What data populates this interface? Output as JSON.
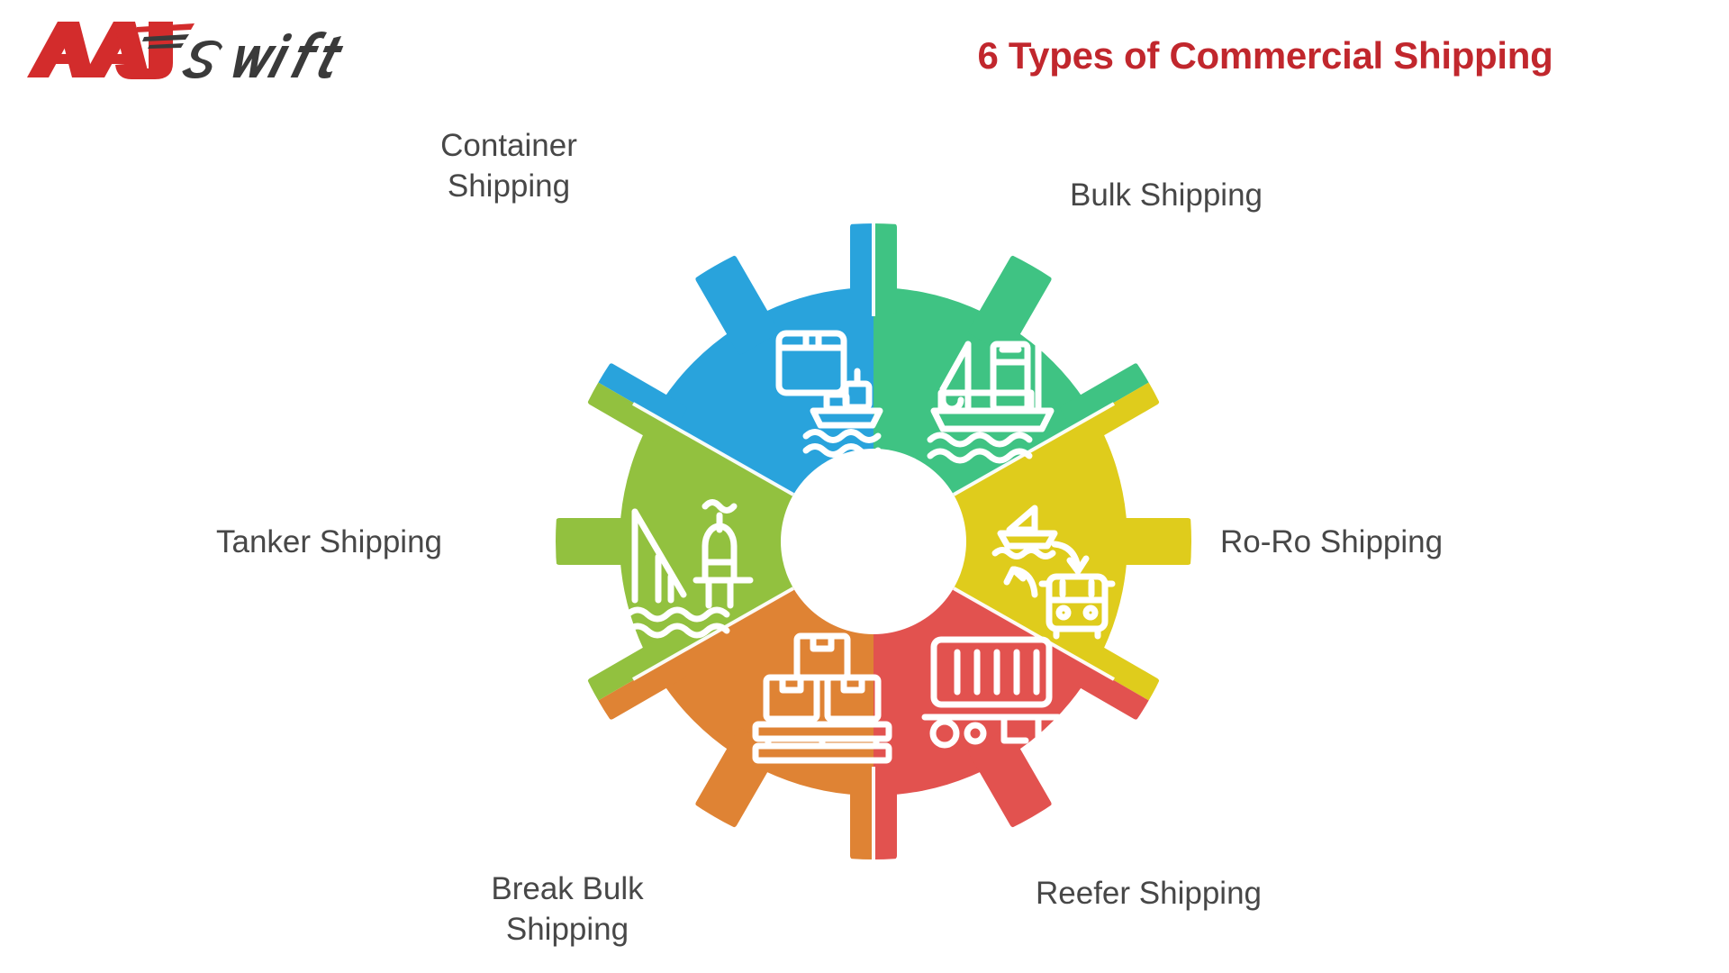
{
  "brand": {
    "name_primary": "AAJ",
    "name_secondary": "swift",
    "logo_icon": "aaj-swift-logo",
    "primary_color": "#D32C2C",
    "secondary_color": "#3A3A3A"
  },
  "header": {
    "title": "6 Types of Commercial Shipping",
    "title_color": "#C1272D"
  },
  "diagram": {
    "type": "gear-wheel",
    "segment_count": 6,
    "center_hole": "white-circle",
    "background": "#ffffff",
    "segments": [
      {
        "id": "container",
        "label": "Container\nShipping",
        "label_single": "Container Shipping",
        "color": "#29A3DC",
        "icon": "container-ship-package-icon",
        "position": "top-left",
        "angle_deg": 300
      },
      {
        "id": "bulk",
        "label": "Bulk Shipping",
        "label_single": "Bulk Shipping",
        "color": "#3FC383",
        "icon": "bulk-carrier-crane-ship-icon",
        "position": "top-right",
        "angle_deg": 0
      },
      {
        "id": "roro",
        "label": "Ro-Ro Shipping",
        "label_single": "Ro-Ro Shipping",
        "color": "#DFCC1C",
        "icon": "roll-on-roll-off-vehicle-ship-icon",
        "position": "right",
        "angle_deg": 60
      },
      {
        "id": "reefer",
        "label": "Reefer Shipping",
        "label_single": "Reefer Shipping",
        "color": "#E2524F",
        "icon": "refrigerated-container-trailer-icon",
        "position": "bottom-right",
        "angle_deg": 120
      },
      {
        "id": "breakbulk",
        "label": "Break Bulk\nShipping",
        "label_single": "Break Bulk Shipping",
        "color": "#DF8334",
        "icon": "stacked-boxes-pallet-icon",
        "position": "bottom-left",
        "angle_deg": 180
      },
      {
        "id": "tanker",
        "label": "Tanker Shipping",
        "label_single": "Tanker Shipping",
        "color": "#92C13F",
        "icon": "oil-rig-platform-icon",
        "position": "left",
        "angle_deg": 240
      }
    ],
    "label_color": "#474747"
  }
}
